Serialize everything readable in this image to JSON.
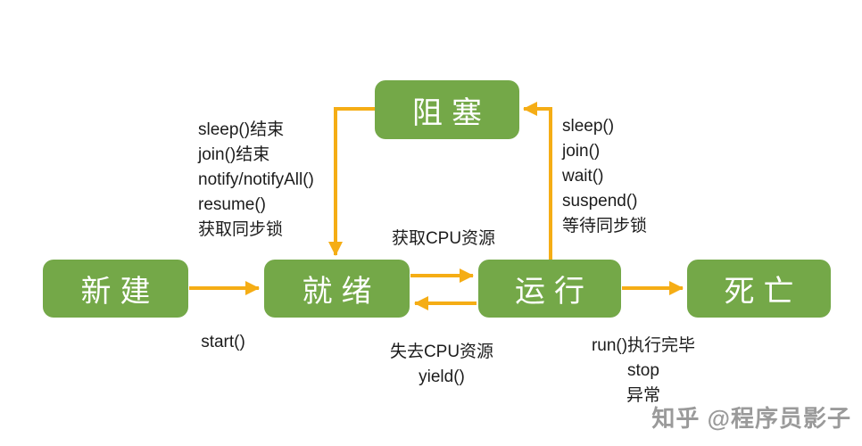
{
  "colors": {
    "node_green": "#74a848",
    "arrow_orange": "#f5ad15",
    "label_text": "#1c1c1c",
    "watermark_gray": "#9a9a9a"
  },
  "nodes": {
    "blocked": "阻塞",
    "new": "新建",
    "ready": "就绪",
    "running": "运行",
    "dead": "死亡"
  },
  "edges": {
    "blocked_to_ready": "sleep()结束\njoin()结束\nnotify/notifyAll()\nresume()\n获取同步锁",
    "running_to_blocked": "sleep()\njoin()\nwait()\nsuspend()\n等待同步锁",
    "ready_to_running": "获取CPU资源",
    "new_to_ready": "start()",
    "running_to_ready": "失去CPU资源\nyield()",
    "running_to_dead": "run()执行完毕\nstop\n异常"
  },
  "watermark": "知乎 @程序员影子"
}
